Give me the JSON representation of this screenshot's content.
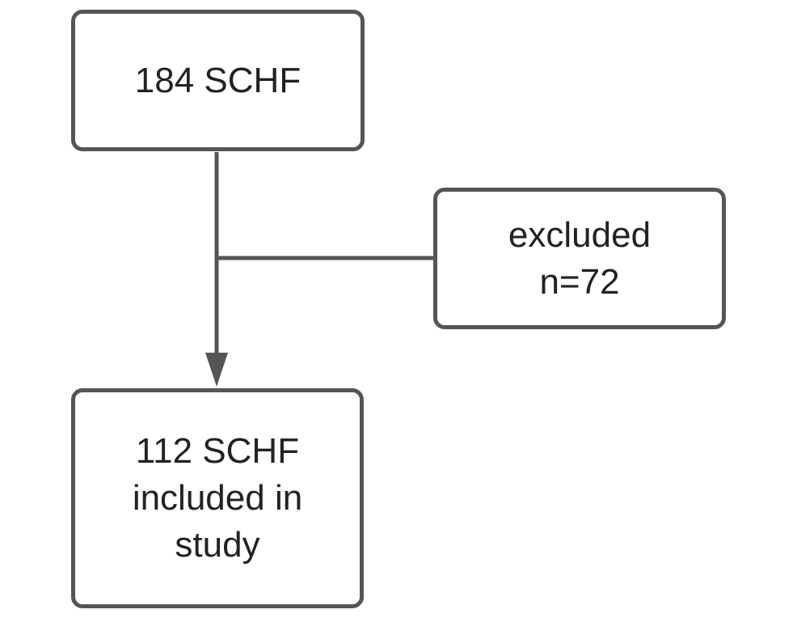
{
  "diagram": {
    "nodes": {
      "start": {
        "text": "184 SCHF"
      },
      "excluded": {
        "text": "excluded\nn=72"
      },
      "included": {
        "text": "112 SCHF\nincluded in\nstudy"
      }
    },
    "edges": [
      {
        "from": "start",
        "to": "included",
        "arrow": true
      },
      {
        "from": "start",
        "to": "excluded",
        "arrow": false
      }
    ],
    "colors": {
      "stroke": "#555555",
      "text": "#222222",
      "background": "#ffffff"
    }
  }
}
